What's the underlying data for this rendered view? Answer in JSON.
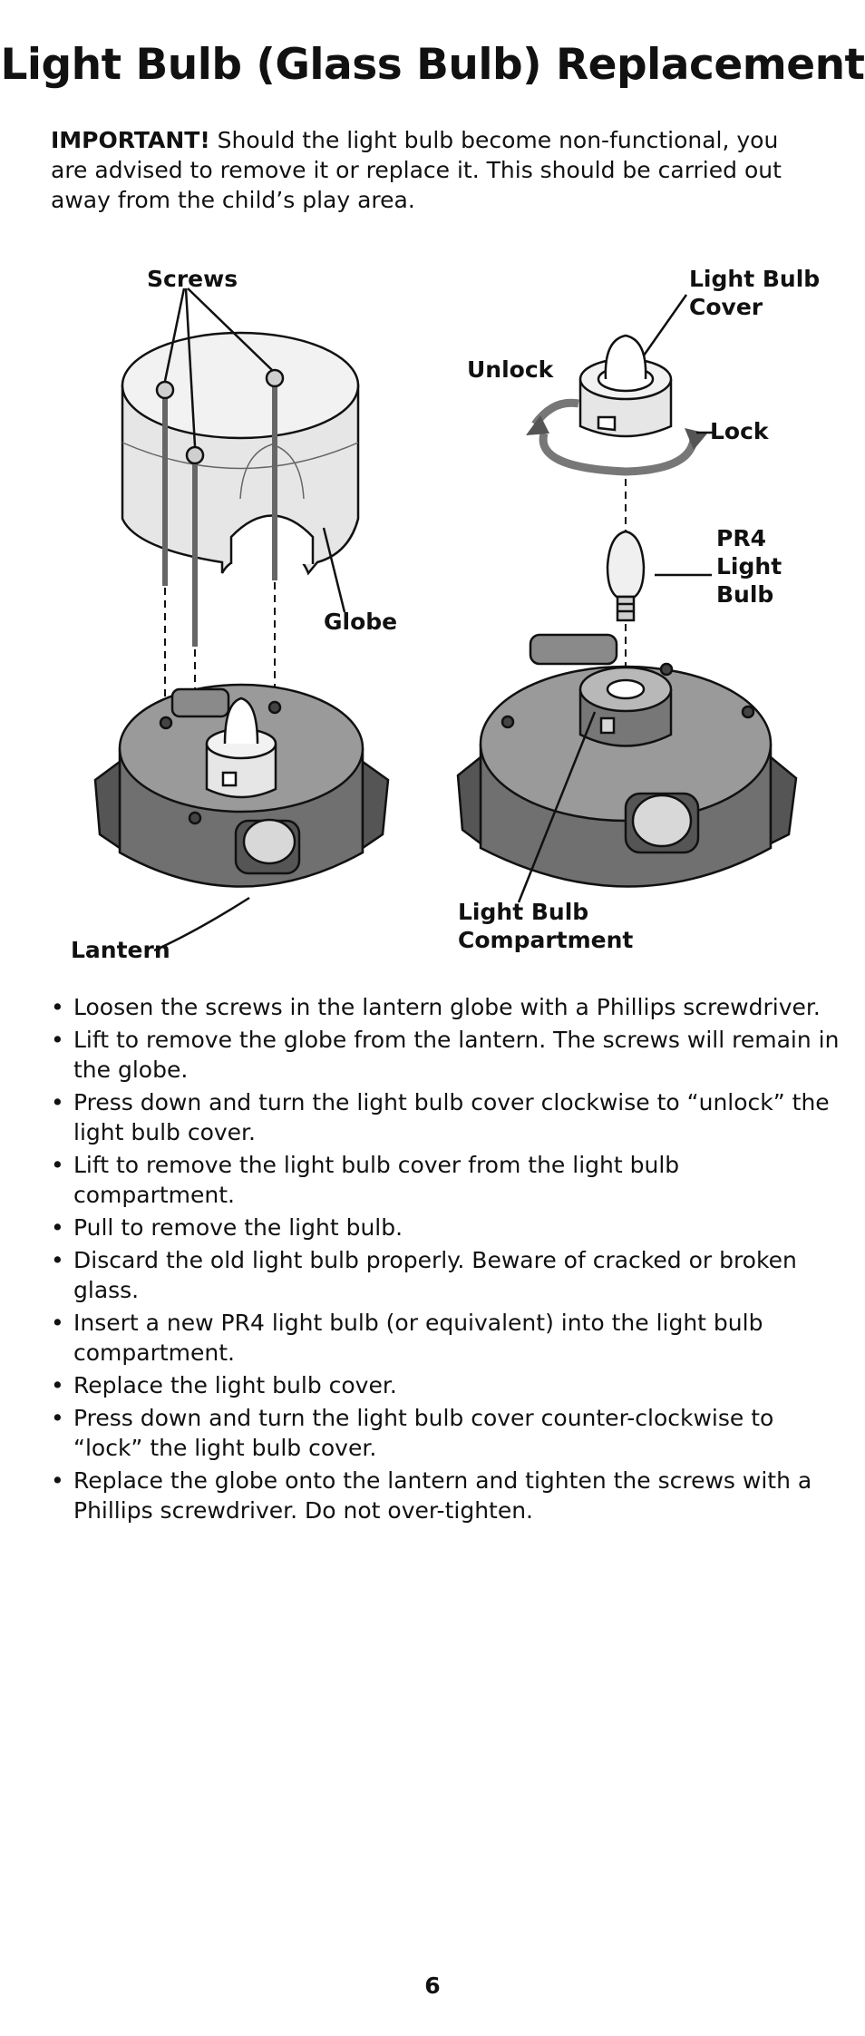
{
  "title": "Light Bulb (Glass Bulb) Replacement",
  "intro": {
    "important": "IMPORTANT!",
    "text": " Should the light bulb become non-functional, you are advised to remove it or replace it. This should be carried out away from the child’s play area."
  },
  "figure": {
    "labels": {
      "screws": "Screws",
      "globe": "Globe",
      "lantern": "Lantern",
      "cover_line1": "Light Bulb",
      "cover_line2": "Cover",
      "unlock": "Unlock",
      "lock": "Lock",
      "pr4_line1": "PR4",
      "pr4_line2": "Light",
      "pr4_line3": "Bulb",
      "compartment_line1": "Light Bulb",
      "compartment_line2": "Compartment"
    }
  },
  "steps": [
    "Loosen the screws in the lantern globe with a Phillips screwdriver.",
    "Lift to remove the globe from the lantern. The screws will remain in the globe.",
    "Press down and turn the light bulb cover clockwise to “unlock” the light bulb cover.",
    "Lift to remove the light bulb cover from the light bulb compartment.",
    "Pull to remove the light bulb.",
    "Discard the old light bulb properly. Beware of cracked or broken glass.",
    "Insert a new PR4 light bulb (or equivalent) into the light bulb compartment.",
    "Replace the light bulb cover.",
    "Press down and turn the light bulb cover counter-clockwise to “lock” the light bulb cover.",
    "Replace the globe onto the lantern and tighten the screws with a Phillips screwdriver. Do not over-tighten."
  ],
  "page_number": "6"
}
